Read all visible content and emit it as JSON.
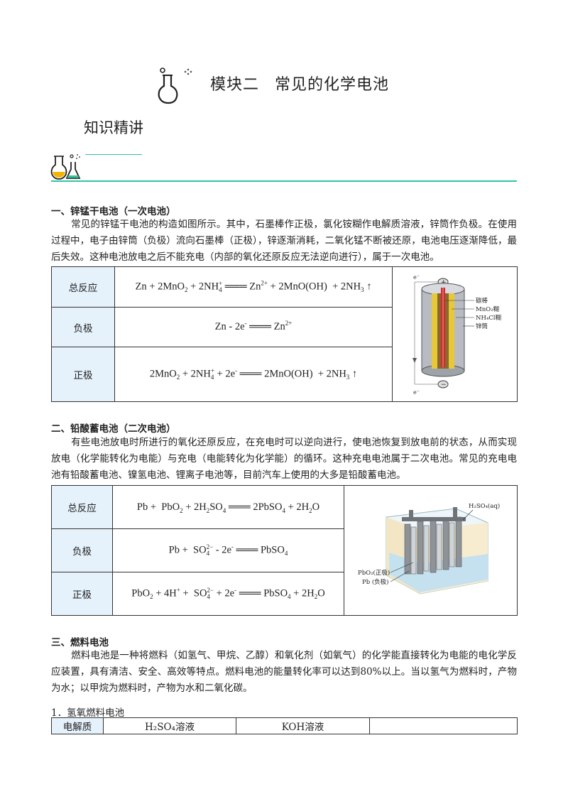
{
  "header": {
    "module": "模块二",
    "title": "常见的化学电池",
    "section": "知识精讲"
  },
  "s1": {
    "heading": "一、锌锰干电池（一次电池）",
    "para": "常见的锌锰干电池的构造如图所示。其中，石墨棒作正极，氯化铵糊作电解质溶液，锌筒作负极。在使用过程中，电子由锌筒（负极）流向石墨棒（正极），锌逐渐消耗，二氧化锰不断被还原，电池电压逐渐降低，最后失效。这种电池放电之后不能充电（内部的氧化还原反应无法逆向进行），属于一次电池。",
    "rows": [
      "总反应",
      "负极",
      "正极"
    ],
    "figure_labels": [
      "碳棒",
      "MnO₂糊",
      "NH₄Cl糊",
      "锌筒"
    ]
  },
  "s2": {
    "heading": "二、铅酸蓄电池（二次电池）",
    "para": "有些电池放电时所进行的氧化还原反应，在充电时可以逆向进行，使电池恢复到放电前的状态，从而实现放电（化学能转化为电能）与充电（电能转化为化学能）的循环。这种充电电池属于二次电池。常见的充电电池有铅酸蓄电池、镍氢电池、锂离子电池等，目前汽车上使用的大多是铅酸蓄电池。",
    "rows": [
      "总反应",
      "负极",
      "正极"
    ],
    "figure_labels": [
      "H₂SO₄(aq)",
      "PbO₂(正极)",
      "Pb (负极)"
    ]
  },
  "s3": {
    "heading": "三、燃料电池",
    "para": "燃料电池是一种将燃料（如氢气、甲烷、乙醇）和氧化剂（如氧气）的化学能直接转化为电能的电化学反应装置，具有清洁、安全、高效等特点。燃料电池的能量转化率可以达到80%以上。当以氢气为燃料时，产物为水；以甲烷为燃料时，产物为水和二氧化碳。",
    "item": "1．氢氧燃料电池",
    "table": {
      "col0": "电解质",
      "col1": "H₂SO₄溶液",
      "col2": "KOH溶液",
      "col3": ""
    }
  }
}
